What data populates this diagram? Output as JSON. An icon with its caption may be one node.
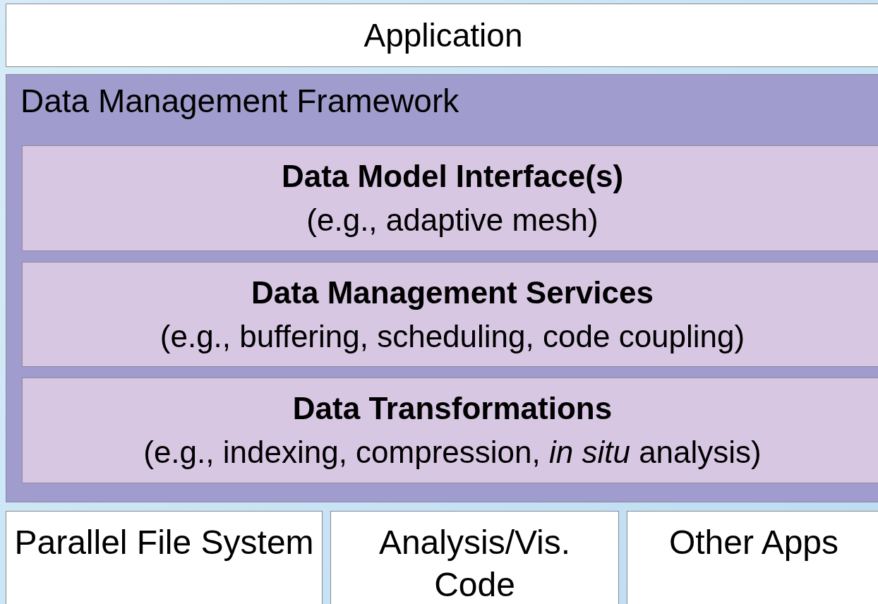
{
  "diagram": {
    "nodes": [
      {
        "text": [
          "Application"
        ]
      },
      {
        "text": [
          "Data Management Framework"
        ]
      },
      {
        "text": [
          "Data Model Interface(s)",
          "(e.g., adaptive mesh)"
        ],
        "in": 1
      },
      {
        "text": [
          "Data Management Services",
          "(e.g., buffering, scheduling, code coupling)"
        ],
        "in": 1
      },
      {
        "text": [
          "Data Transformations",
          "(e.g., indexing, compression, *in situ* analysis)"
        ],
        "in": 1
      },
      {
        "text": [
          "Parallel File System"
        ]
      },
      {
        "text": [
          "Analysis/Vis. Code"
        ]
      },
      {
        "text": [
          "Other Apps"
        ]
      }
    ]
  }
}
